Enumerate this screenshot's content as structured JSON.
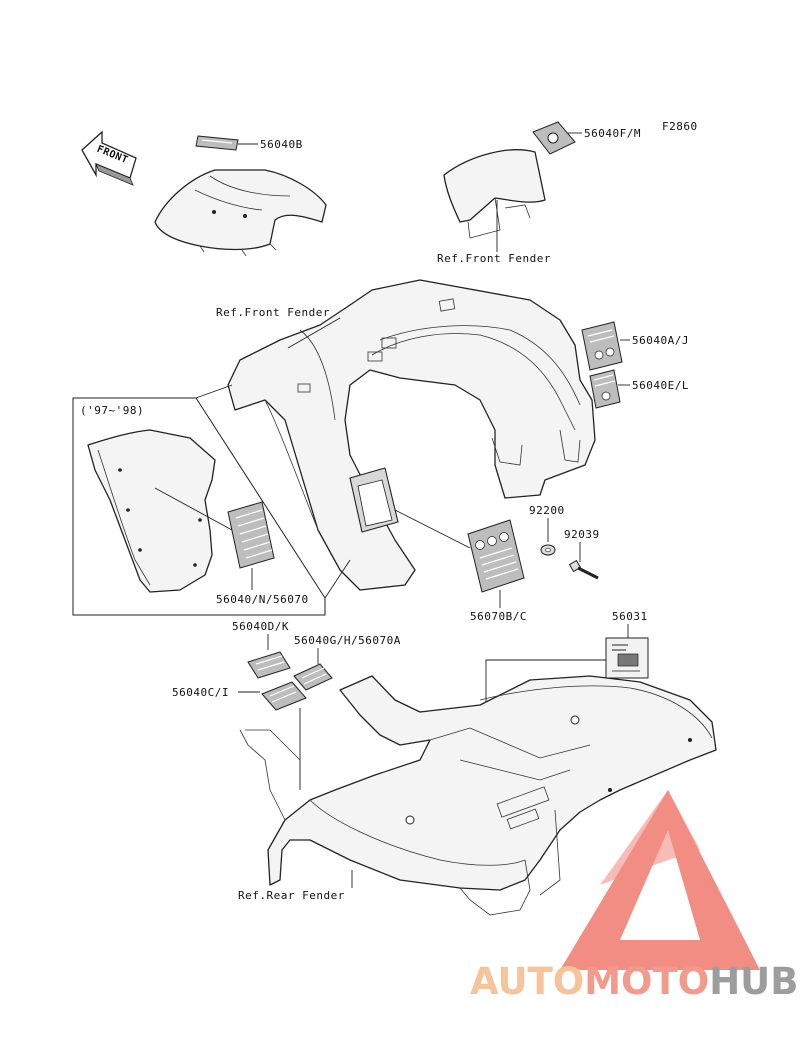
{
  "figure_code": "F2860",
  "front_arrow_text": "FRONT",
  "year_note": "('97~'98)",
  "labels": {
    "p56040B": "56040B",
    "p56040FM": "56040F/M",
    "ref_front_fender_top": "Ref.Front Fender",
    "ref_front_fender_mid": "Ref.Front Fender",
    "p56040AJ": "56040A/J",
    "p56040EL": "56040E/L",
    "p92200": "92200",
    "p92039": "92039",
    "p56040N56070": "56040/N/56070",
    "p56070BC": "56070B/C",
    "p56031": "56031",
    "p56040DK": "56040D/K",
    "p56040GH56070A": "56040G/H/56070A",
    "p56040CI": "56040C/I",
    "ref_rear_fender": "Ref.Rear Fender"
  },
  "watermark": {
    "part1": "AUTO",
    "part2": "MOTO",
    "part3": "HUB",
    "color1": "#f5b98a",
    "color2": "#f08a7a",
    "color3": "#8c8c8c",
    "triangle_color": "#f07a6e"
  }
}
